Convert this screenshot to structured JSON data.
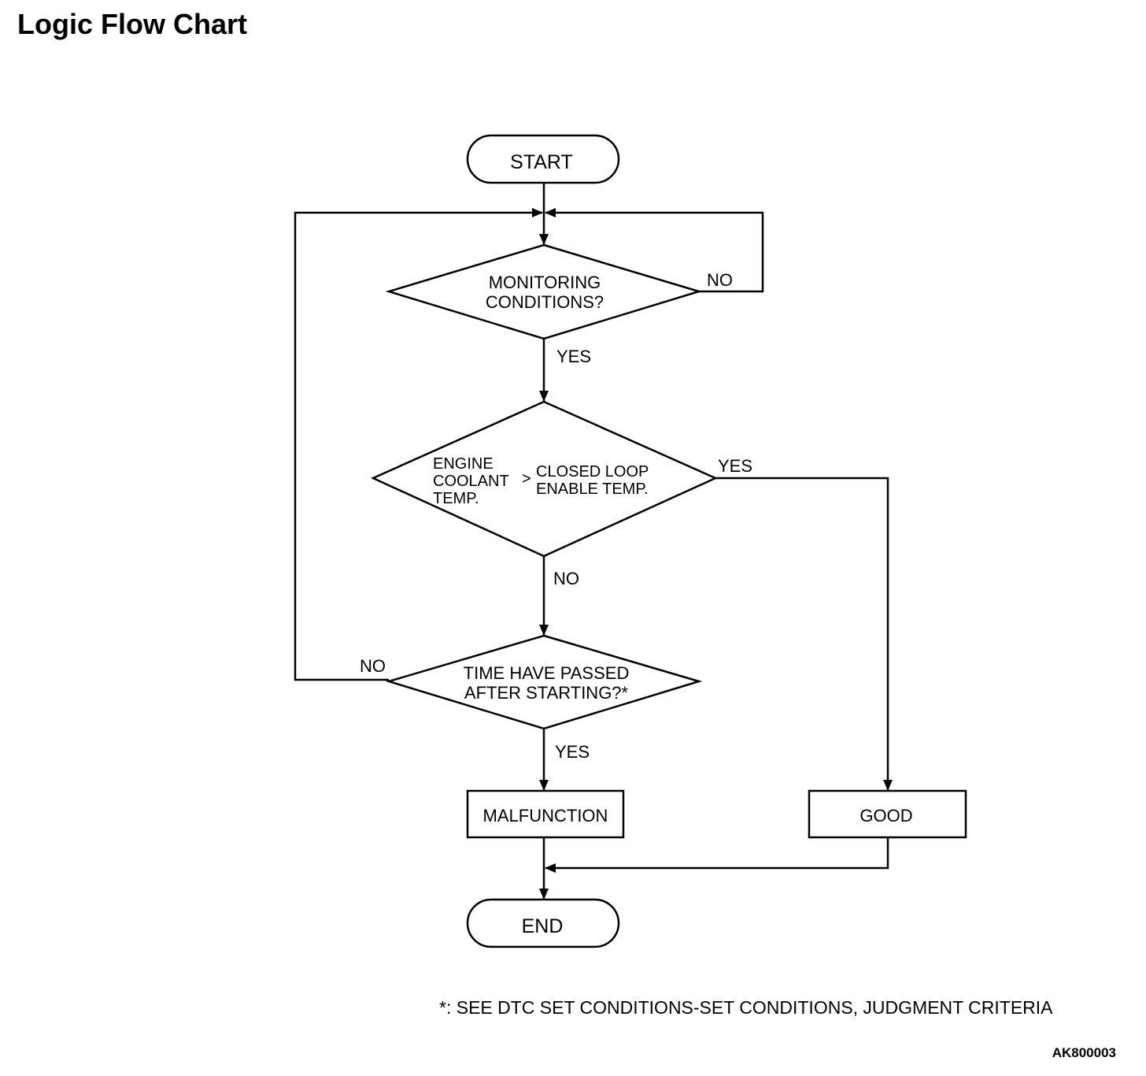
{
  "title": "Logic Flow Chart",
  "nodes": {
    "start": "START",
    "monitoring_line1": "MONITORING",
    "monitoring_line2": "CONDITIONS?",
    "coolant_left_line1": "ENGINE",
    "coolant_left_line2": "COOLANT",
    "coolant_left_line3": "TEMP.",
    "coolant_operator": ">",
    "coolant_right_line1": "CLOSED LOOP",
    "coolant_right_line2": "ENABLE TEMP.",
    "time_line1": "TIME HAVE PASSED",
    "time_line2": "AFTER STARTING?*",
    "malfunction": "MALFUNCTION",
    "good": "GOOD",
    "end": "END"
  },
  "edge_labels": {
    "monitoring_no": "NO",
    "monitoring_yes": "YES",
    "coolant_yes": "YES",
    "coolant_no": "NO",
    "time_no": "NO",
    "time_yes": "YES"
  },
  "footnote": "*: SEE DTC SET CONDITIONS-SET CONDITIONS, JUDGMENT CRITERIA",
  "figure_code": "AK800003"
}
